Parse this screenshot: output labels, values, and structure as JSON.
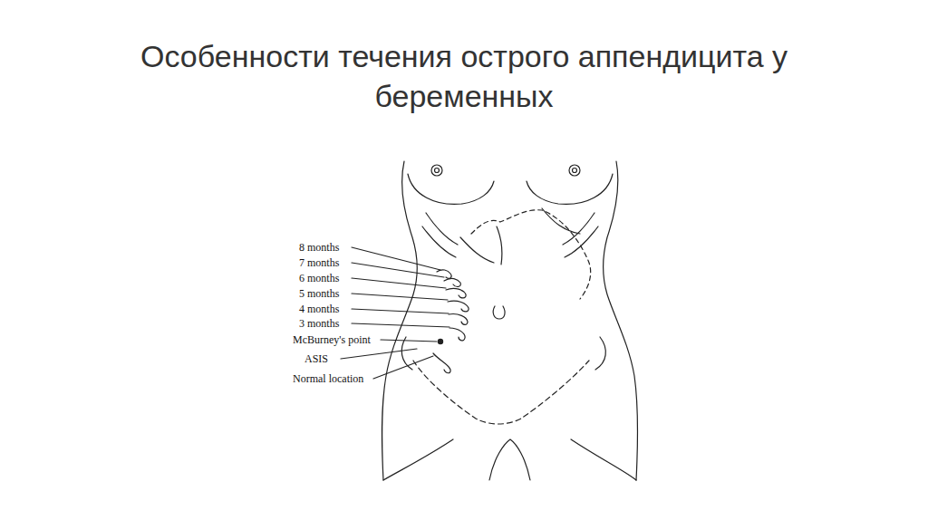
{
  "diagram": {
    "title": "Особенности течения острого аппендицита у беременных",
    "labels": [
      "8 months",
      "7 months",
      "6 months",
      "5 months",
      "4 months",
      "3 months",
      "McBurney's point",
      "ASIS",
      "Normal location"
    ]
  }
}
